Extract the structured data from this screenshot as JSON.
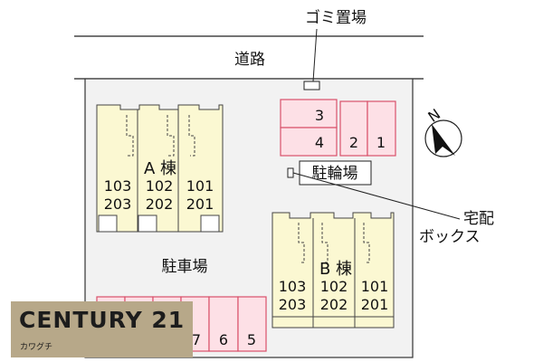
{
  "labels": {
    "road": "道路",
    "garbage": "ゴミ置場",
    "bicycle_parking": "駐輪場",
    "delivery_box_line1": "宅配",
    "delivery_box_line2": "ボックス",
    "parking": "駐車場",
    "north": "N"
  },
  "building_a": {
    "name": "A 棟",
    "rooms_1f": [
      "103",
      "102",
      "101"
    ],
    "rooms_2f": [
      "203",
      "202",
      "201"
    ]
  },
  "building_b": {
    "name": "B 棟",
    "rooms_1f": [
      "103",
      "102",
      "101"
    ],
    "rooms_2f": [
      "203",
      "202",
      "201"
    ]
  },
  "bike_spaces": [
    "3",
    "4",
    "2",
    "1"
  ],
  "parking_spaces": [
    "7",
    "6",
    "5"
  ],
  "logo": {
    "brand": "CENTURY 21",
    "branch": "カワグチ"
  },
  "colors": {
    "site": "#f2f2f2",
    "building": "#fbf8d2",
    "space_fill": "#fde0e6",
    "space_stroke": "#d9506a",
    "logo_bg": "#b7a889"
  }
}
